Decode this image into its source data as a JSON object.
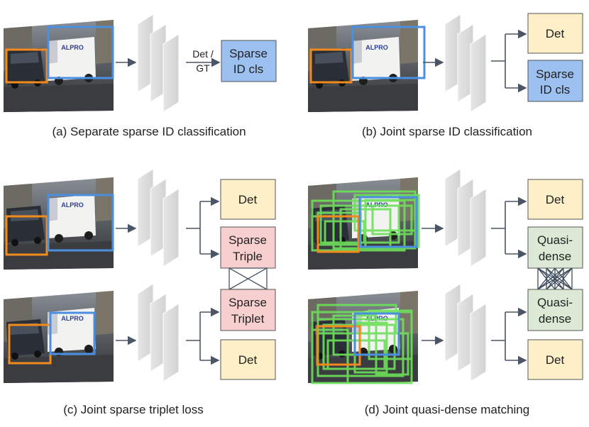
{
  "panels": {
    "a": {
      "caption": "(a) Separate sparse ID classification",
      "arrow_label": [
        "Det /",
        "GT"
      ],
      "head": [
        "Sparse",
        "ID cls"
      ],
      "van_logo": "ALPRO"
    },
    "b": {
      "caption": "(b) Joint sparse ID classification",
      "head_top": "Det",
      "head_bottom": [
        "Sparse",
        "ID cls"
      ],
      "van_logo": "ALPRO"
    },
    "c": {
      "caption": "(c) Joint sparse triplet loss",
      "head_top": "Det",
      "head_mid_top": [
        "Sparse",
        "Triple"
      ],
      "head_mid_bottom": [
        "Sparse",
        "Triplet"
      ],
      "head_bottom": "Det",
      "van_logo": "ALPRO"
    },
    "d": {
      "caption": "(d) Joint quasi-dense matching",
      "head_top": "Det",
      "head_mid_top": [
        "Quasi-",
        "dense"
      ],
      "head_mid_bottom": [
        "Quasi-",
        "dense"
      ],
      "head_bottom": "Det",
      "van_logo": "ALPRO"
    }
  },
  "colors": {
    "det_fill": "#fdf0c8",
    "sparse_id_fill": "#9cc0f0",
    "triplet_fill": "#f7cfcf",
    "quasi_fill": "#dcead5",
    "box_stroke": "#555555",
    "arrow": "#4a5566",
    "orange_box": "#f28a1c",
    "blue_box": "#4a8fe0",
    "green_box": "#6ee05a"
  }
}
